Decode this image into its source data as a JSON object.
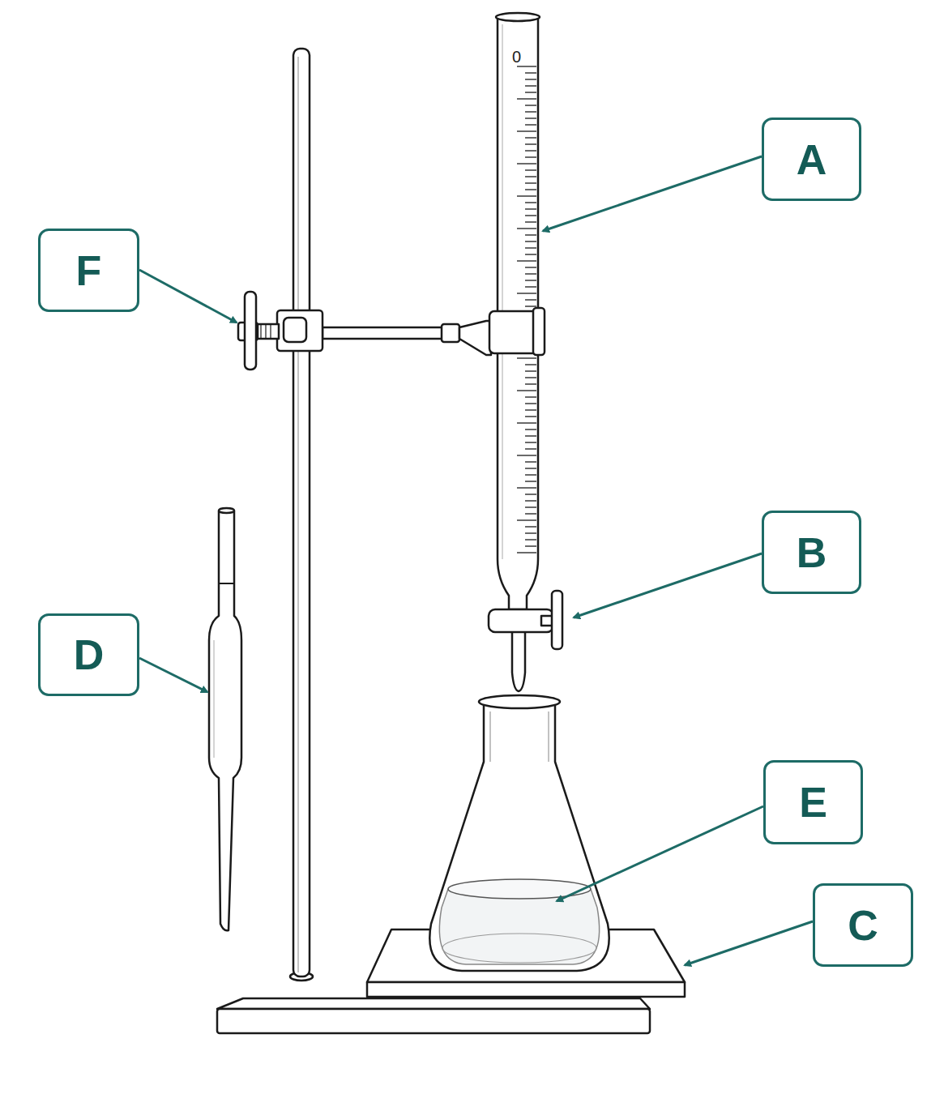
{
  "diagram": {
    "nodes": [
      {
        "text": [
          "A"
        ]
      },
      {
        "text": [
          "F"
        ]
      },
      {
        "text": [
          "B"
        ]
      },
      {
        "text": [
          "D"
        ]
      },
      {
        "text": [
          "E"
        ]
      },
      {
        "text": [
          "C"
        ]
      }
    ],
    "labels": [
      "0"
    ]
  }
}
